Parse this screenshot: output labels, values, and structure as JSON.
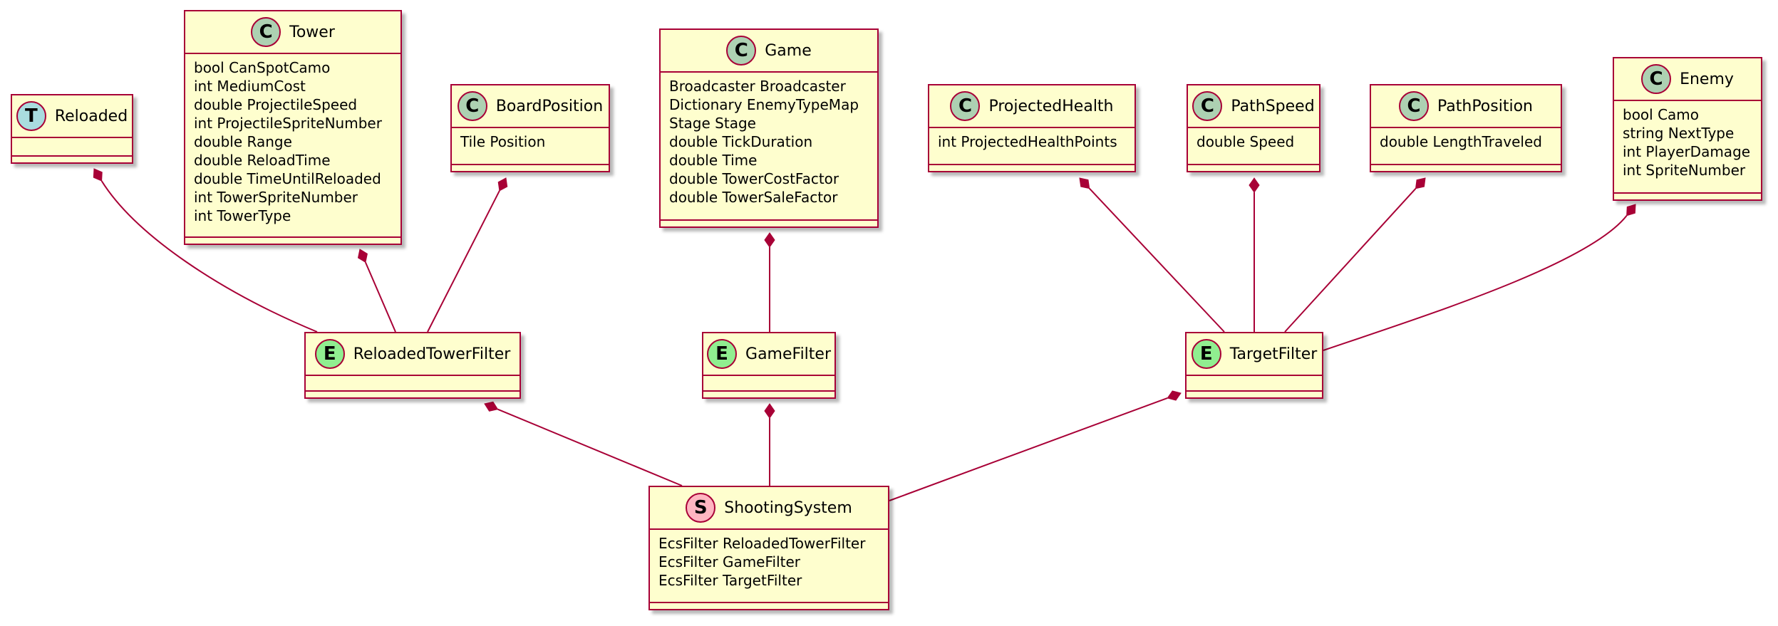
{
  "palette": {
    "node_fill": "#FEFECE",
    "node_border": "#A80036",
    "badge_class": "#ADD1B2",
    "badge_entity": "#ADD1B2",
    "badge_stereotype_t": "#A9DCDF",
    "badge_filter": "#90EE90",
    "badge_system": "#FFB6C1",
    "edge": "#A80036"
  },
  "nodes": {
    "reloaded": {
      "badge": "T",
      "name": "Reloaded",
      "fields": []
    },
    "tower": {
      "badge": "C",
      "name": "Tower",
      "fields": [
        "bool CanSpotCamo",
        "int MediumCost",
        "double ProjectileSpeed",
        "int ProjectileSpriteNumber",
        "double Range",
        "double ReloadTime",
        "double TimeUntilReloaded",
        "int TowerSpriteNumber",
        "int TowerType"
      ]
    },
    "boardposition": {
      "badge": "C",
      "name": "BoardPosition",
      "fields": [
        "Tile Position"
      ]
    },
    "game": {
      "badge": "C",
      "name": "Game",
      "fields": [
        "Broadcaster Broadcaster",
        "Dictionary EnemyTypeMap",
        "Stage Stage",
        "double TickDuration",
        "double Time",
        "double TowerCostFactor",
        "double TowerSaleFactor"
      ]
    },
    "projectedhealth": {
      "badge": "C",
      "name": "ProjectedHealth",
      "fields": [
        "int ProjectedHealthPoints"
      ]
    },
    "pathspeed": {
      "badge": "C",
      "name": "PathSpeed",
      "fields": [
        "double Speed"
      ]
    },
    "pathposition": {
      "badge": "C",
      "name": "PathPosition",
      "fields": [
        "double LengthTraveled"
      ]
    },
    "enemy": {
      "badge": "C",
      "name": "Enemy",
      "fields": [
        "bool Camo",
        "string NextType",
        "int PlayerDamage",
        "int SpriteNumber"
      ]
    },
    "reloadedtowerfilter": {
      "badge": "E",
      "name": "ReloadedTowerFilter",
      "fields": []
    },
    "gamefilter": {
      "badge": "E",
      "name": "GameFilter",
      "fields": []
    },
    "targetfilter": {
      "badge": "E",
      "name": "TargetFilter",
      "fields": []
    },
    "shootingsystem": {
      "badge": "S",
      "name": "ShootingSystem",
      "fields": [
        "EcsFilter ReloadedTowerFilter",
        "EcsFilter GameFilter",
        "EcsFilter TargetFilter"
      ]
    }
  },
  "edges": [
    {
      "from": "reloaded",
      "to": "reloadedtowerfilter",
      "type": "composition"
    },
    {
      "from": "tower",
      "to": "reloadedtowerfilter",
      "type": "composition"
    },
    {
      "from": "boardposition",
      "to": "reloadedtowerfilter",
      "type": "composition"
    },
    {
      "from": "game",
      "to": "gamefilter",
      "type": "composition"
    },
    {
      "from": "projectedhealth",
      "to": "targetfilter",
      "type": "composition"
    },
    {
      "from": "pathspeed",
      "to": "targetfilter",
      "type": "composition"
    },
    {
      "from": "pathposition",
      "to": "targetfilter",
      "type": "composition"
    },
    {
      "from": "enemy",
      "to": "targetfilter",
      "type": "composition"
    },
    {
      "from": "reloadedtowerfilter",
      "to": "shootingsystem",
      "type": "composition"
    },
    {
      "from": "gamefilter",
      "to": "shootingsystem",
      "type": "composition"
    },
    {
      "from": "targetfilter",
      "to": "shootingsystem",
      "type": "composition"
    }
  ]
}
